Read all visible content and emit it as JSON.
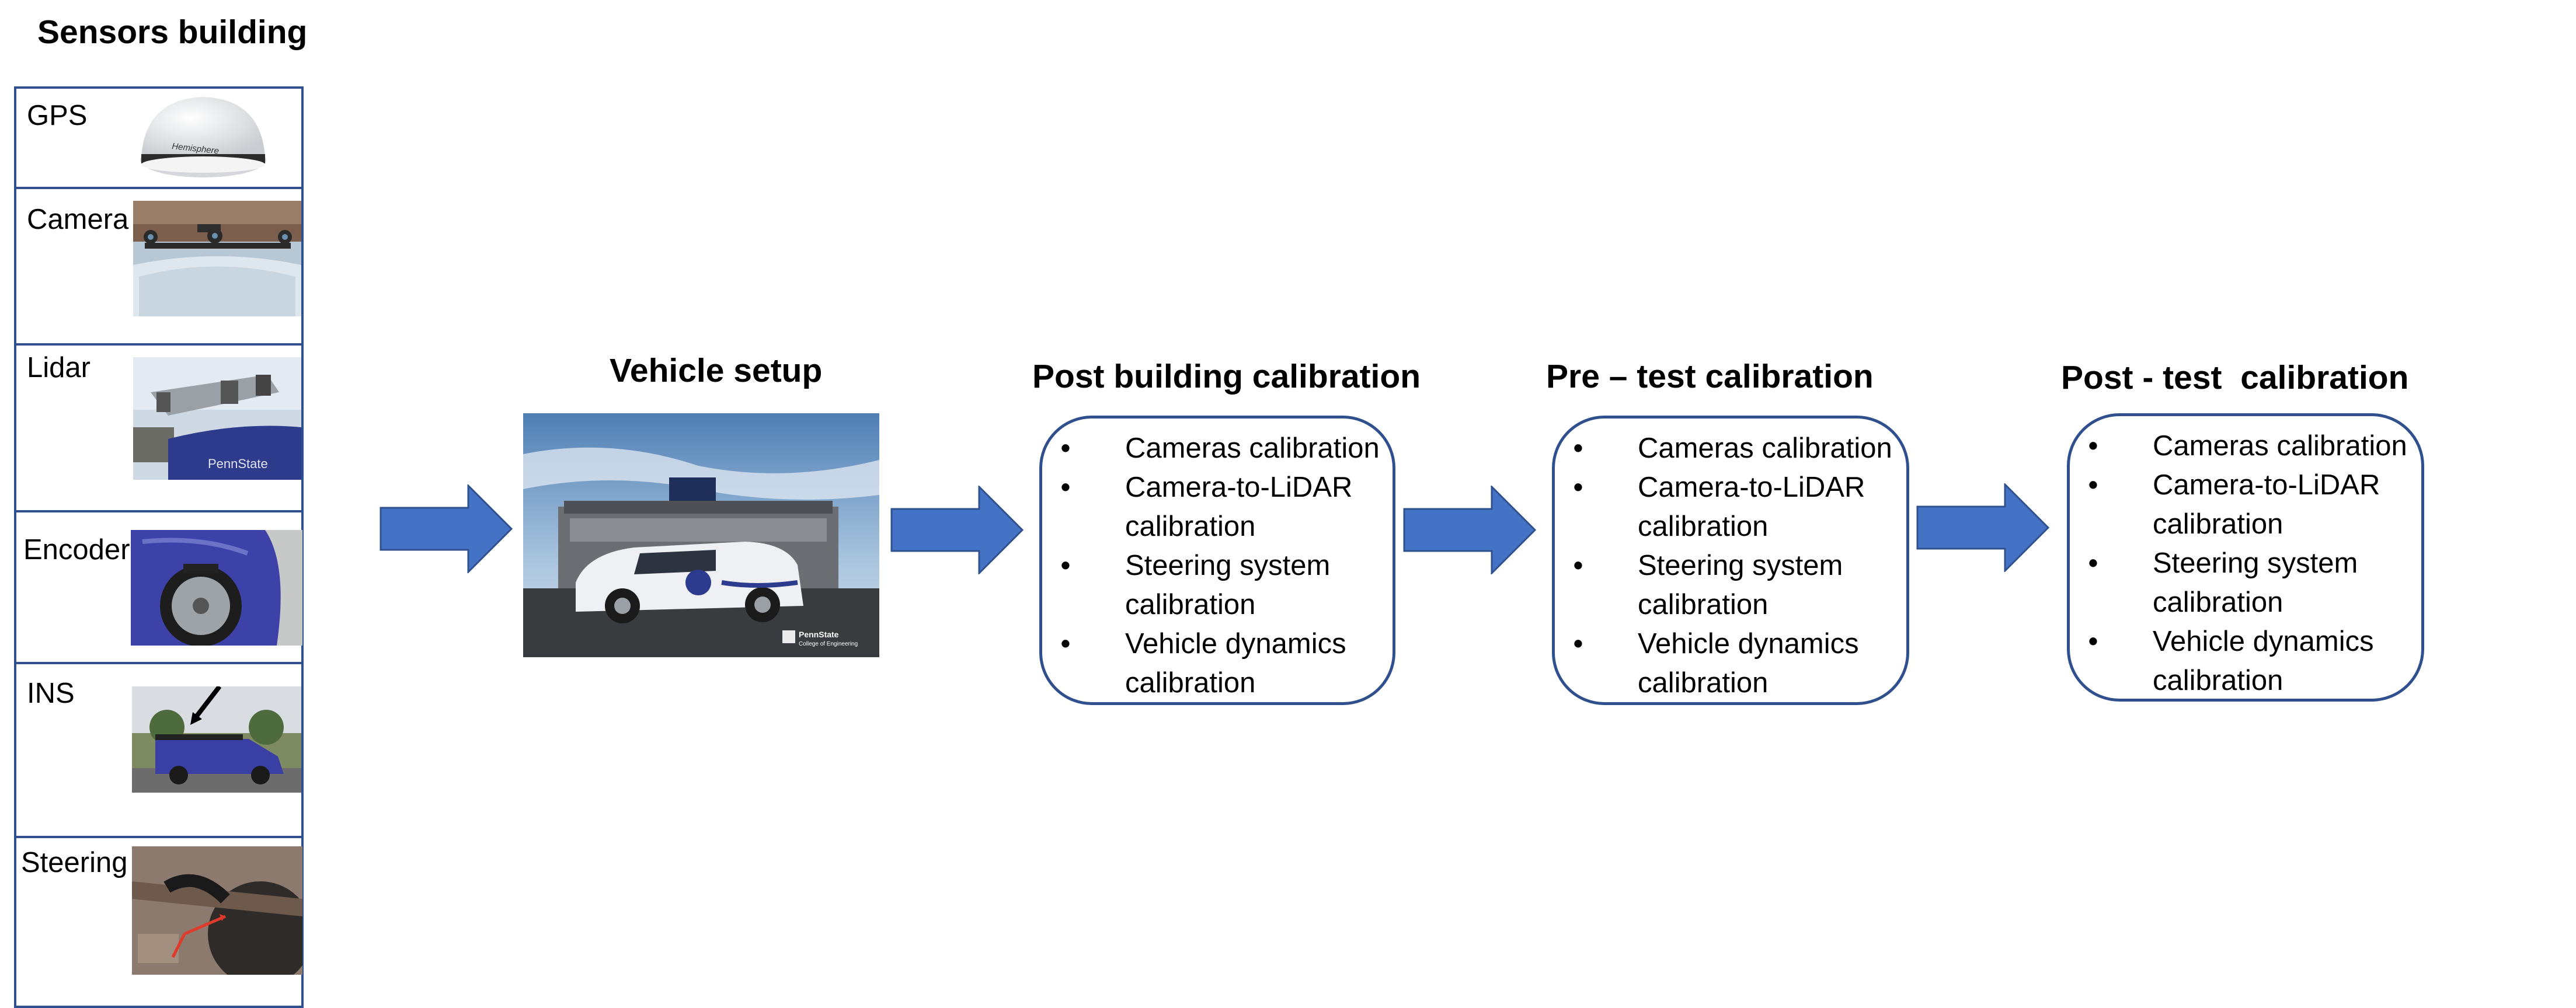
{
  "sensors_building": {
    "title": "Sensors building",
    "items": [
      {
        "label": "GPS",
        "image": "gps-antenna-photo",
        "image_text": "Hemisphere"
      },
      {
        "label": "Camera",
        "image": "roof-cameras-photo"
      },
      {
        "label": "Lidar",
        "image": "lidar-mount-photo",
        "image_text": "PennState"
      },
      {
        "label": "Encoder",
        "image": "wheel-encoder-photo"
      },
      {
        "label": "INS",
        "image": "van-ins-photo"
      },
      {
        "label": "Steering",
        "image": "steering-linkage-photo"
      }
    ]
  },
  "vehicle_setup": {
    "title": "Vehicle setup",
    "image": "test-van-stadium-photo",
    "logo": {
      "line1": "PennState",
      "line2": "College of Engineering"
    }
  },
  "stages": [
    {
      "title": "Post building calibration",
      "items": [
        "Cameras calibration",
        "Camera-to-LiDAR calibration",
        "Steering system calibration",
        "Vehicle dynamics calibration"
      ]
    },
    {
      "title": "Pre – test calibration",
      "items": [
        "Cameras calibration",
        "Camera-to-LiDAR calibration",
        "Steering system calibration",
        "Vehicle dynamics calibration"
      ]
    },
    {
      "title": "Post - test  calibration",
      "items": [
        "Cameras calibration",
        "Camera-to-LiDAR calibration",
        "Steering system calibration",
        "Vehicle dynamics calibration"
      ]
    }
  ],
  "flow_arrows": [
    "arrow-right-icon",
    "arrow-right-icon",
    "arrow-right-icon",
    "arrow-right-icon"
  ],
  "colors": {
    "border": "#2f4f8f",
    "arrow_fill": "#4472c4",
    "arrow_stroke": "#2f528f"
  }
}
